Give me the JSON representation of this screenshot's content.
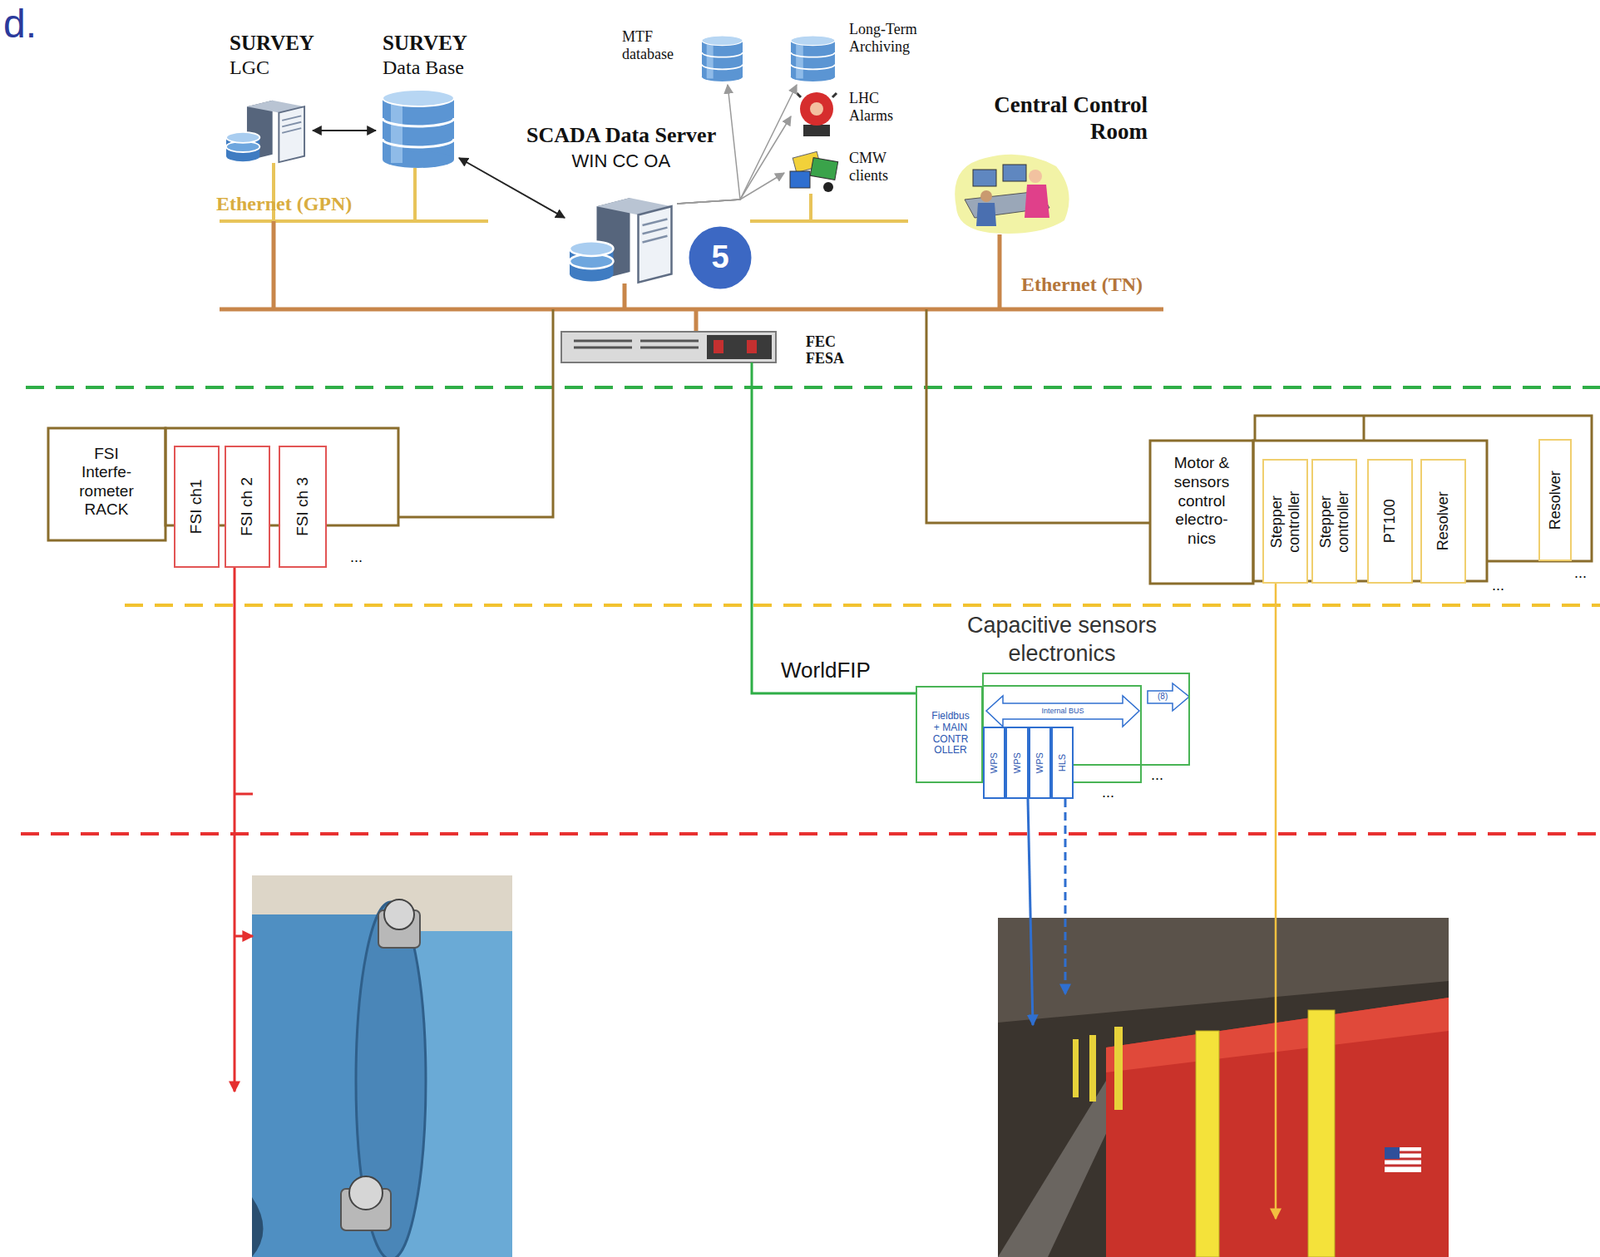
{
  "diagram": {
    "nodes": [
      {
        "text": [
          "SURVEY",
          "LGC"
        ]
      },
      {
        "text": [
          "SURVEY",
          "Data Base"
        ]
      },
      {
        "text": [
          "MTF database"
        ]
      },
      {
        "text": [
          "Long-Term Archiving"
        ]
      },
      {
        "text": [
          "SCADA Data Server",
          "WIN CC OA"
        ]
      },
      {
        "text": [
          "LHC Alarms"
        ]
      },
      {
        "text": [
          "Central Control Room"
        ]
      },
      {
        "text": [
          "CMW clients"
        ]
      },
      {
        "text": [
          "FEC FESA"
        ]
      },
      {
        "text": [
          "FSI Interfe- rometer RACK"
        ]
      },
      {
        "text": [
          "FSI ch1"
        ],
        "in": 9
      },
      {
        "text": [
          "FSI ch 2"
        ],
        "in": 9
      },
      {
        "text": [
          "FSI ch 3"
        ],
        "in": 9
      },
      {
        "text": [
          "Motor & sensors control electro- nics"
        ]
      },
      {
        "text": [
          "Stepper controller"
        ],
        "in": 13
      },
      {
        "text": [
          "Stepper controller"
        ],
        "in": 13
      },
      {
        "text": [
          "PT100"
        ],
        "in": 13
      },
      {
        "text": [
          "Resolver"
        ],
        "in": 13
      },
      {
        "text": [
          "Resolver"
        ]
      },
      {
        "text": [
          "Capacitive sensors electronics"
        ]
      },
      {
        "text": [
          "Fieldbus + MAIN CONTR OLLER"
        ],
        "in": 19
      },
      {
        "text": [
          "WPS"
        ],
        "in": 19
      },
      {
        "text": [
          "WPS"
        ],
        "in": 19
      },
      {
        "text": [
          "WPS"
        ],
        "in": 19
      },
      {
        "text": [
          "HLS"
        ],
        "in": 19
      }
    ],
    "edges": [
      {
        "from": 0,
        "to": 1,
        "arrow": "both"
      },
      {
        "from": 1,
        "to": 4,
        "arrow": "both"
      },
      {
        "from": 4,
        "to": 2,
        "arrow": "to"
      },
      {
        "from": 4,
        "to": 3,
        "arrow": "to"
      },
      {
        "from": 4,
        "to": 5,
        "arrow": "to"
      },
      {
        "from": 4,
        "to": 7,
        "arrow": "to"
      },
      {
        "from": 8,
        "to": 20,
        "label": "WorldFIP",
        "arrow": "none"
      }
    ],
    "labels": [
      "d.",
      "5",
      "Ethernet (GPN)",
      "Ethernet (TN)",
      "...",
      "...",
      "...",
      "Internal BUS",
      "(8)",
      "...",
      "..."
    ]
  }
}
